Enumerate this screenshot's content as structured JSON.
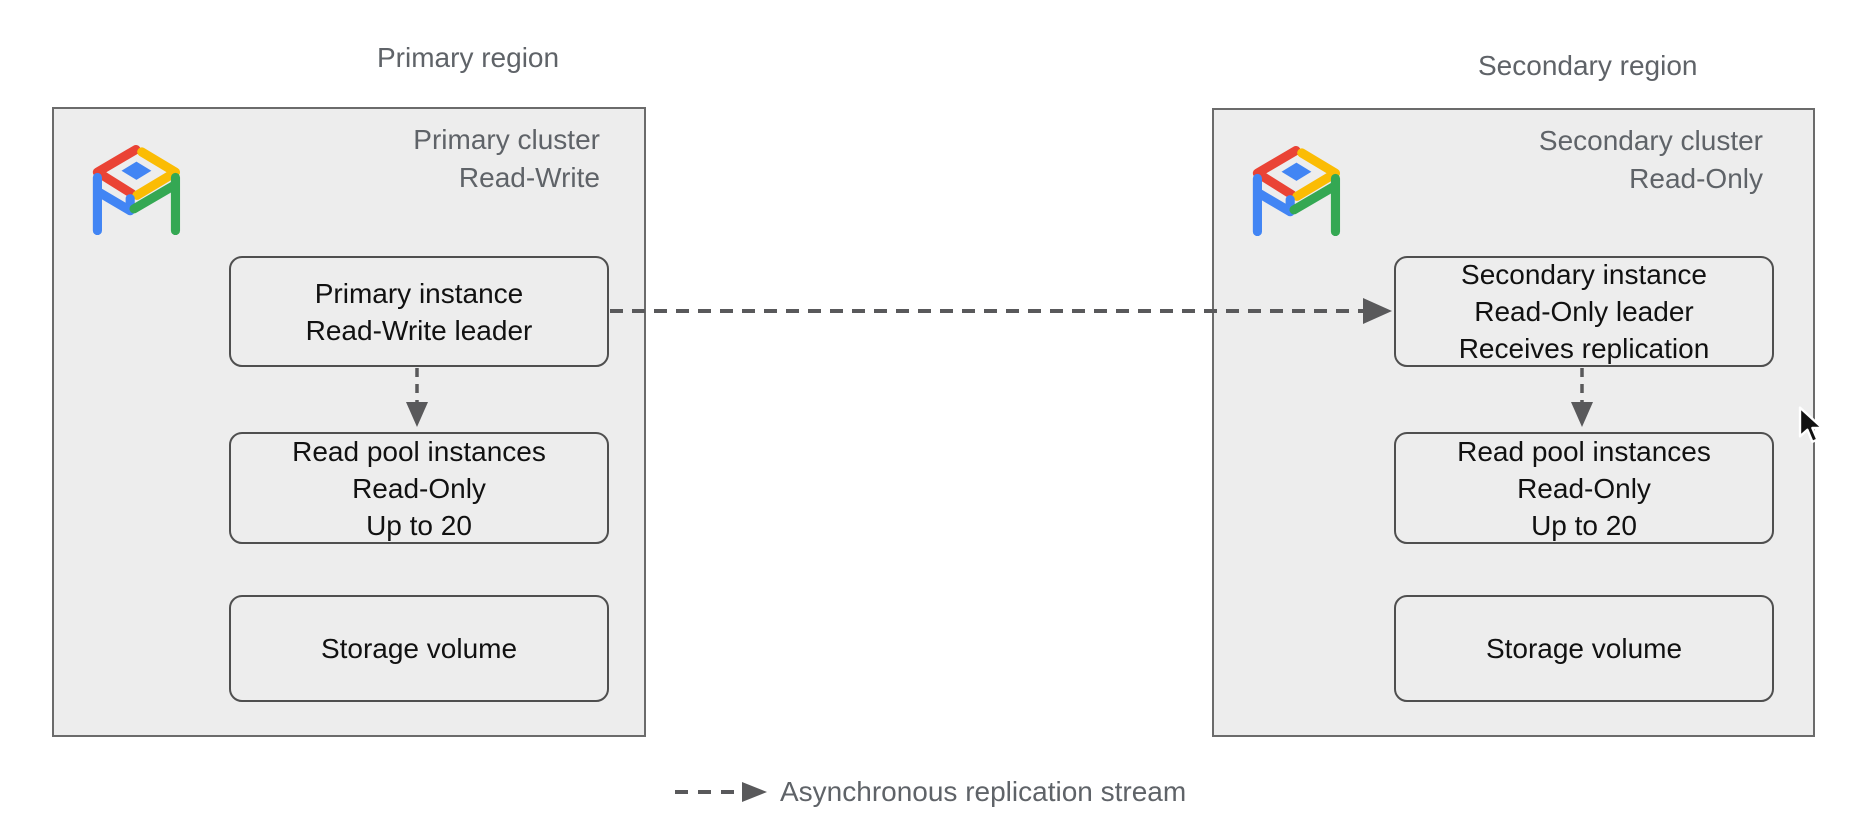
{
  "primary": {
    "region_label": "Primary region",
    "cluster_title": [
      "Primary cluster",
      "Read-Write"
    ],
    "instance": [
      "Primary instance",
      "Read-Write leader"
    ],
    "read_pool": [
      "Read pool instances",
      "Read-Only",
      "Up to 20"
    ],
    "storage": [
      "Storage volume"
    ]
  },
  "secondary": {
    "region_label": "Secondary region",
    "cluster_title": [
      "Secondary cluster",
      "Read-Only"
    ],
    "instance": [
      "Secondary instance",
      "Read-Only leader",
      "Receives replication"
    ],
    "read_pool": [
      "Read pool instances",
      "Read-Only",
      "Up to 20"
    ],
    "storage": [
      "Storage volume"
    ]
  },
  "legend": {
    "replication_label": "Asynchronous replication stream"
  },
  "icons": {
    "cluster_icon": "alloydb-icon",
    "replication_arrow": "dashed-arrow-right-icon",
    "flow_arrow": "dashed-arrow-down-icon",
    "pointer": "mouse-pointer-icon"
  },
  "colors": {
    "canvas_bg": "#ffffff",
    "cluster_fill": "#ededed",
    "node_fill": "#ededed",
    "cluster_border": "#6b6b6b",
    "node_border": "#4f4f4f",
    "gray_text": "#5f6368",
    "black_text": "#111111",
    "arrow": "#59595b",
    "google_red": "#EA4335",
    "google_yellow": "#FBBC04",
    "google_green": "#34A853",
    "google_blue": "#4285F4"
  }
}
